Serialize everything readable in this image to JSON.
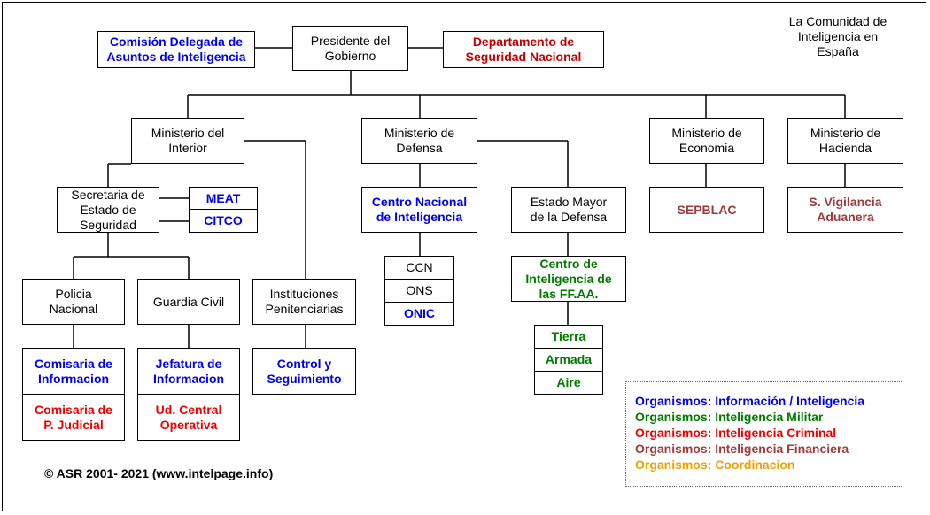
{
  "title": "La Comunidad de\nInteligencia en\nEspaña",
  "copyright": "© ASR 2001- 2021 (www.intelpage.info)",
  "nodes": {
    "comision": "Comisión Delegada de\nAsuntos de Inteligencia",
    "presidente": "Presidente del\nGobierno",
    "dsn": "Departamento de\nSeguridad Nacional",
    "min_interior": "Ministerio del\nInterior",
    "min_defensa": "Ministerio de\nDefensa",
    "min_economia": "Ministerio de\nEconomia",
    "min_hacienda": "Ministerio de\nHacienda",
    "secretaria": "Secretaria de\nEstado de\nSeguridad",
    "meat": "MEAT",
    "citco": "CITCO",
    "policia": "Policia\nNacional",
    "guardia": "Guardia Civil",
    "instituciones": "Instituciones\nPenitenciarias",
    "comisaria_info": "Comisaria de\nInformacion",
    "comisaria_judicial": "Comisaria de\nP. Judicial",
    "jefatura": "Jefatura de\nInformacion",
    "ud_central": "Ud. Central\nOperativa",
    "control": "Control y\nSeguimiento",
    "cni": "Centro Nacional\nde Inteligencia",
    "ccn": "CCN",
    "ons": "ONS",
    "onic": "ONIC",
    "emad": "Estado Mayor\nde la Defensa",
    "cifas": "Centro de\nInteligencia de\nlas FF.AA.",
    "tierra": "Tierra",
    "armada": "Armada",
    "aire": "Aire",
    "sepblac": "SEPBLAC",
    "svigilancia": "S. Vigilancia\nAduanera"
  },
  "legend": [
    {
      "label": "Organismos: Información / Inteligencia",
      "color": "#0000ee"
    },
    {
      "label": "Organismos: Inteligencia Militar",
      "color": "#007a00"
    },
    {
      "label": "Organismos: Inteligencia Criminal",
      "color": "#ee0000"
    },
    {
      "label": "Organismos: Inteligencia Financiera",
      "color": "#9b3b3b"
    },
    {
      "label": "Organismos: Coordinacion",
      "color": "#f0a000"
    }
  ]
}
